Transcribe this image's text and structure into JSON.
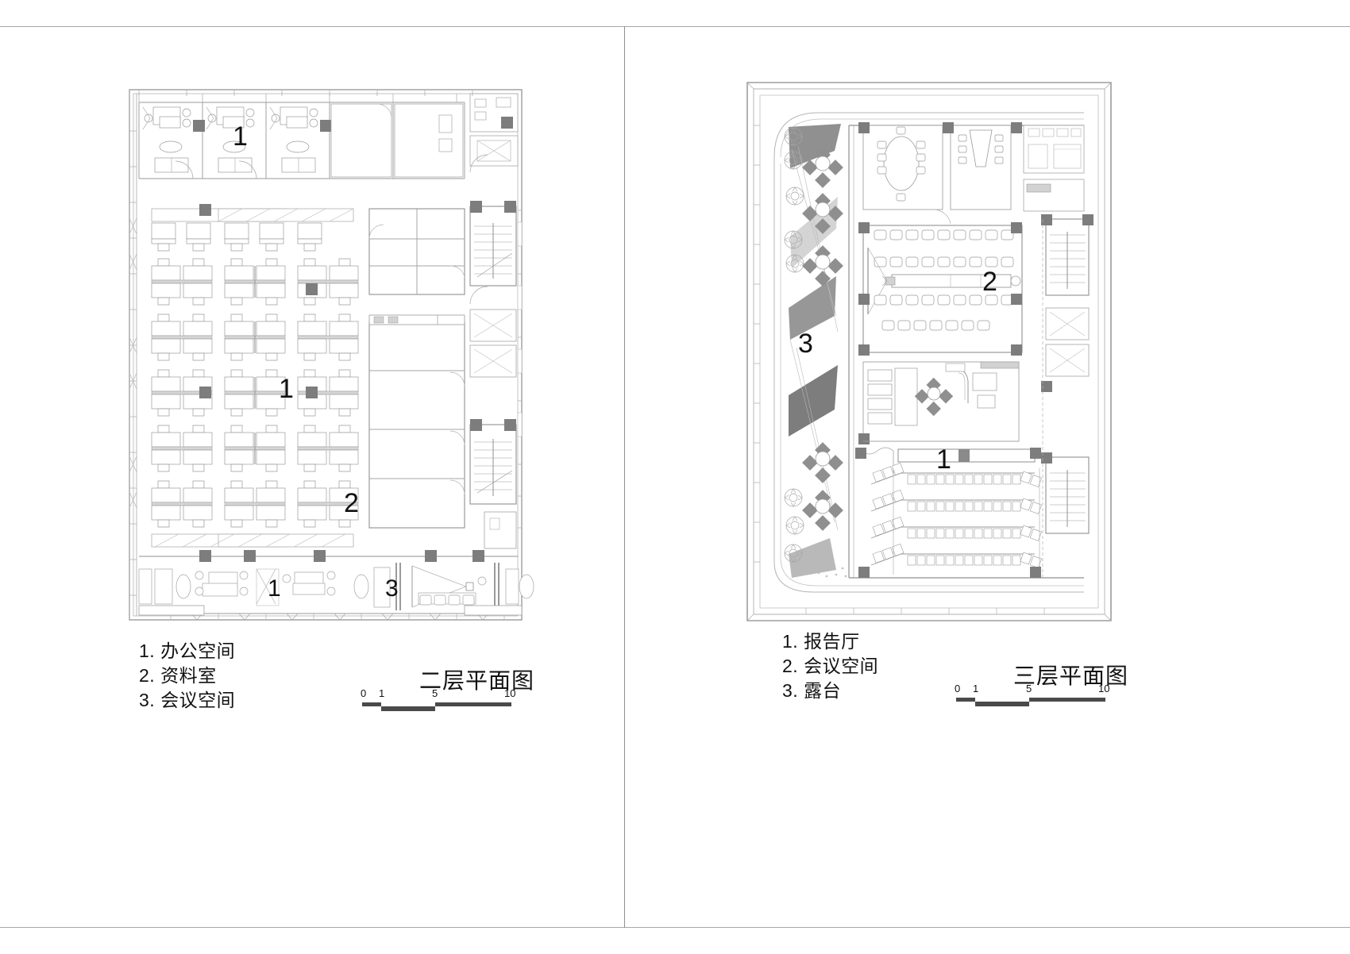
{
  "document": {
    "type": "architectural-floor-plan-sheet",
    "sheet_count": 2,
    "background_color": "#ffffff",
    "line_color": "#8a8a8a",
    "wall_fill": "#7d7d7d"
  },
  "plans": [
    {
      "id": "floor-2",
      "title": "二层平面图",
      "legend": [
        {
          "number": "1.",
          "label": "办公空间"
        },
        {
          "number": "2.",
          "label": "资料室"
        },
        {
          "number": "3.",
          "label": "会议空间"
        }
      ],
      "room_markers": [
        {
          "text": "1",
          "note": "private offices north"
        },
        {
          "text": "1",
          "note": "open office hall"
        },
        {
          "text": "2",
          "note": "archive rooms"
        },
        {
          "text": "1",
          "note": "south offices"
        },
        {
          "text": "3",
          "note": "meeting space south"
        }
      ],
      "scale": {
        "labels": [
          "0",
          "1",
          "5",
          "10"
        ],
        "unit": "m"
      }
    },
    {
      "id": "floor-3",
      "title": "三层平面图",
      "legend": [
        {
          "number": "1.",
          "label": "报告厅"
        },
        {
          "number": "2.",
          "label": "会议空间"
        },
        {
          "number": "3.",
          "label": "露台"
        }
      ],
      "room_markers": [
        {
          "text": "3",
          "note": "terrace west"
        },
        {
          "text": "2",
          "note": "conference hall"
        },
        {
          "text": "1",
          "note": "auditorium"
        }
      ],
      "scale": {
        "labels": [
          "0",
          "1",
          "5",
          "10"
        ],
        "unit": "m"
      }
    }
  ]
}
